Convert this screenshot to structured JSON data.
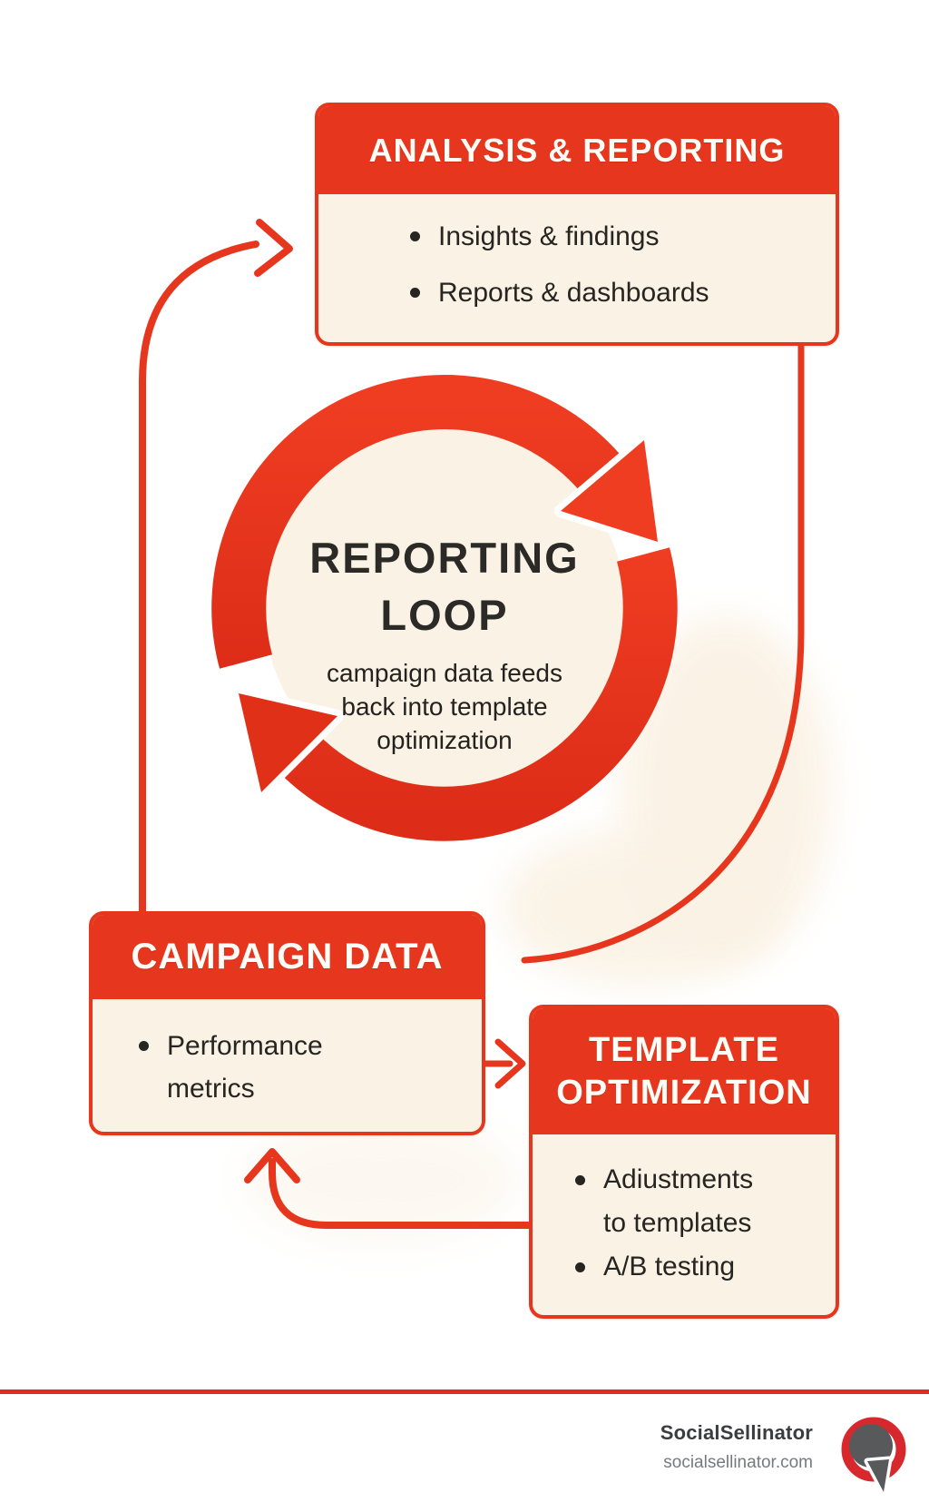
{
  "palette": {
    "accent_red": "#e7361e",
    "panel_cream": "#faf2e4",
    "ink": "#262522",
    "footer_rule_red": "#e02b23",
    "logo_ring_red": "#d7282e",
    "logo_bubble_gray": "#58595b",
    "brand_text": "#3b3c3e",
    "url_text": "#77797c"
  },
  "boxes": {
    "analysis": {
      "title": "ANALYSIS & REPORTING",
      "bullets": [
        "Insights & findings",
        "Reports & dashboards"
      ]
    },
    "campaign": {
      "title": "CAMPAIGN DATA",
      "bullets": [
        "Performance metrics"
      ]
    },
    "template": {
      "title": "TEMPLATE OPTIMIZATION",
      "bullets": [
        "Adiustments to templates",
        "A/B testing"
      ]
    }
  },
  "center": {
    "title_lines": [
      "REPORTING",
      "LOOP"
    ],
    "subtitle_lines": [
      "campaign data feeds",
      "back into template",
      "optimization"
    ]
  },
  "footer": {
    "brand": "SocialSellinator",
    "website": "socialsellinator.com"
  }
}
